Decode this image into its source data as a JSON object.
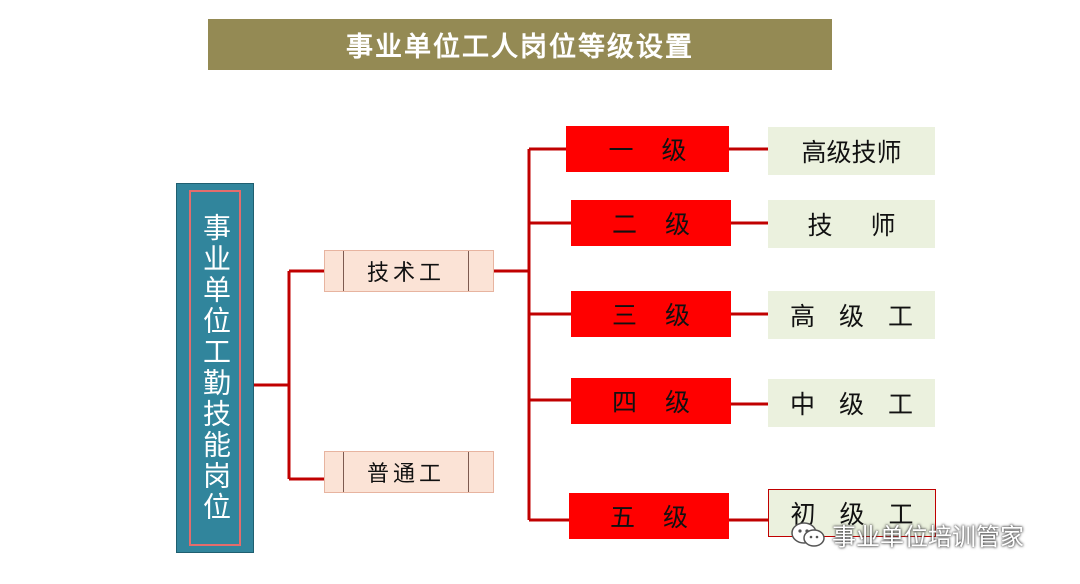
{
  "title": "事业单位工人岗位等级设置",
  "root": {
    "label": "事业单位工勤技能岗位"
  },
  "categories": [
    {
      "label": "技术工"
    },
    {
      "label": "普通工"
    }
  ],
  "levels": [
    {
      "level": "一级",
      "title": "高级技师"
    },
    {
      "level": "二级",
      "title": "技 师"
    },
    {
      "level": "三级",
      "title": "高 级 工"
    },
    {
      "level": "四级",
      "title": "中 级 工"
    },
    {
      "level": "五级",
      "title": "初 级 工"
    }
  ],
  "watermark": {
    "text": "事业单位培训管家"
  },
  "colors": {
    "title_bg": "#948a54",
    "root_bg": "#31859c",
    "level_bg": "#ff0000",
    "title_box_bg": "#ebf1de",
    "category_bg": "#fbe3d6",
    "connector": "#c00000"
  }
}
